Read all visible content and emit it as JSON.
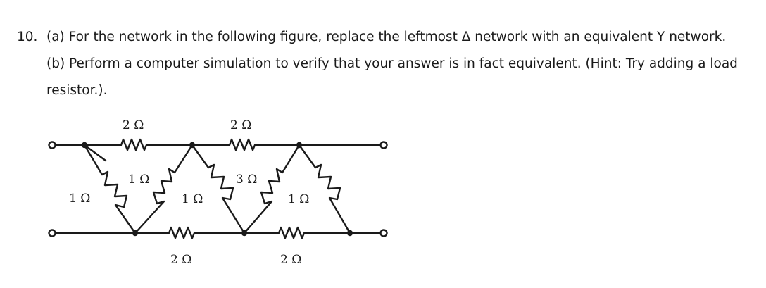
{
  "problem": {
    "number": "10.",
    "part_a": "(a) For the network in the following figure, replace the leftmost Δ network with an equivalent Y network.",
    "part_b_line1": "(b) Perform a computer simulation to verify that your answer is in fact equivalent. (Hint: Try adding a load",
    "part_b_line2": "resistor.)."
  },
  "circuit": {
    "labels": {
      "r_top_left": "2 Ω",
      "r_top_right": "2 Ω",
      "r_left_vertical": "1 Ω",
      "r_diag_1": "1 Ω",
      "r_mid_1": "1 Ω",
      "r_diag_2": "3 Ω",
      "r_right": "1 Ω",
      "r_bottom_left": "2 Ω",
      "r_bottom_right": "2 Ω"
    }
  }
}
